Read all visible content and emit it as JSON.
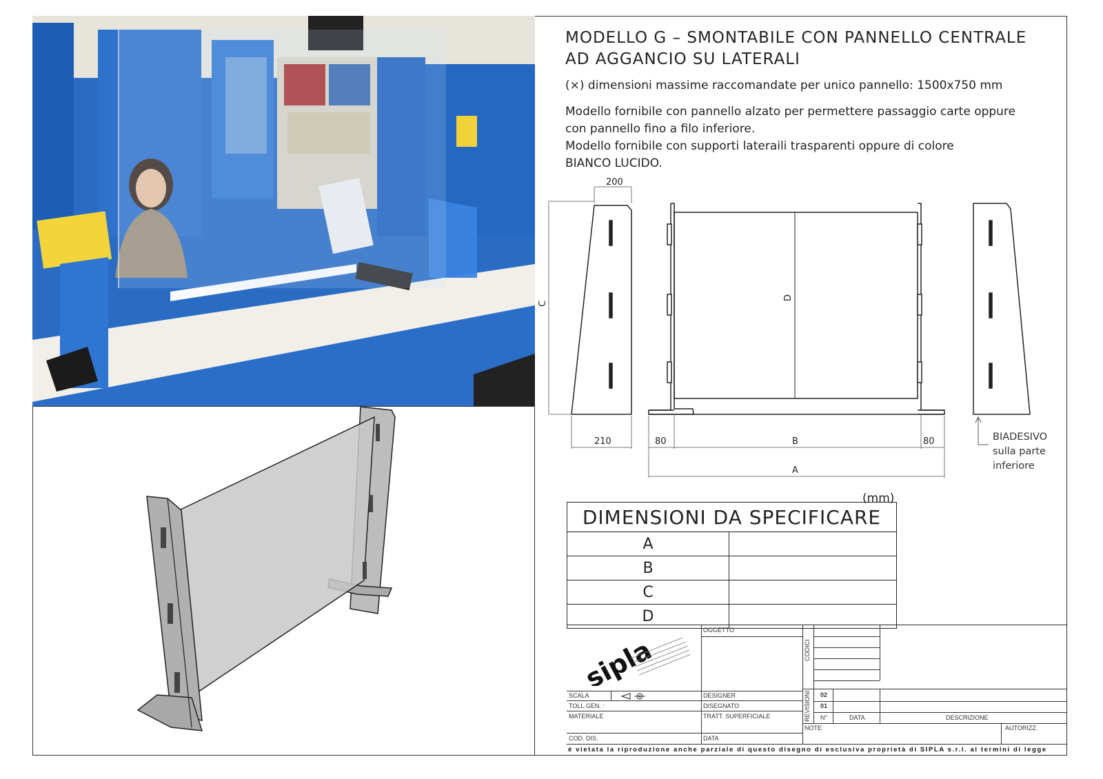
{
  "title": "MODELLO G – SMONTABILE CON PANNELLO CENTRALE AD AGGANCIO SU LATERALI",
  "note_max": "(×) dimensioni massime raccomandate per unico pannello: 1500x750 mm",
  "note_lines": [
    "Modello fornibile con pannello alzato per permettere passaggio carte oppure",
    "con pannello fino a filo inferiore.",
    "Modello fornibile con supporti lateraili trasparenti oppure di colore",
    "BIANCO LUCIDO."
  ],
  "drawing": {
    "dim_top": "200",
    "dim_bottom": "210",
    "dim_c": "C",
    "dim_d": "D",
    "dim_left_foot": "80",
    "dim_right_foot": "80",
    "dim_b": "B",
    "dim_a": "A",
    "biadesivo": [
      "BIADESIVO",
      "sulla parte",
      "inferiore"
    ],
    "unit": "(mm)"
  },
  "spec_table": {
    "header": "DIMENSIONI DA SPECIFICARE",
    "rows": [
      "A",
      "B",
      "C",
      "D"
    ]
  },
  "title_block": {
    "oggetto": "OGGETTO",
    "codici": "CODICI",
    "scala": "SCALA",
    "designer": "DESIGNER",
    "toll_gen": "TOLL.GEN. :",
    "disegnato": "DISEGNATO",
    "materiale": "MATERIALE",
    "tratt": "TRATT. SUPERFICIALE",
    "cod_dis": "COD. DIS.",
    "data": "DATA",
    "revisioni": "REVISIONI",
    "rev_02": "02",
    "rev_01": "01",
    "n": "N°",
    "data_col": "DATA",
    "descrizione": "DESCRIZIONE",
    "note": "NOTE",
    "autorizz": "AUTORIZZ.",
    "logo": "sipla"
  },
  "legal": "è vietata la riproduzione anche parziale di questo disegno di esclusiva proprietà di SIPLA s.r.l. ai termini di legge"
}
